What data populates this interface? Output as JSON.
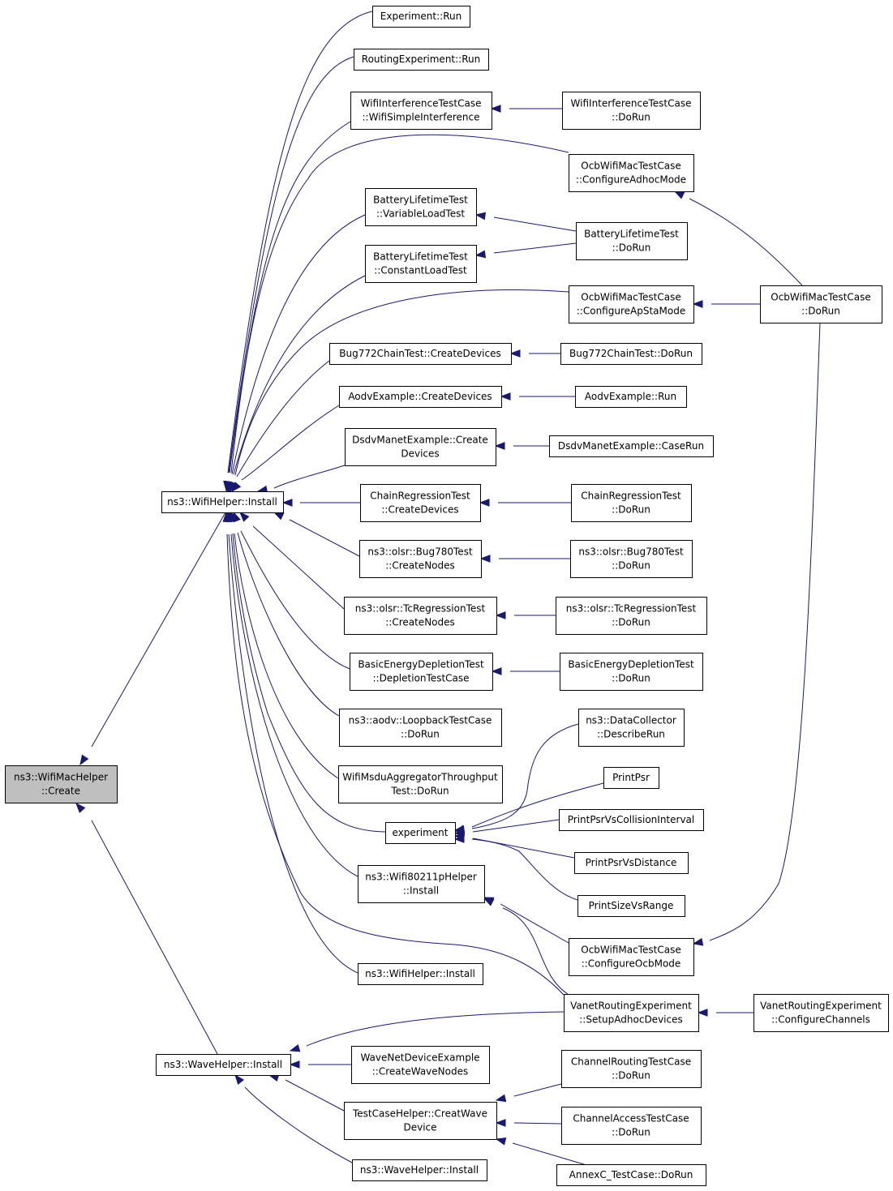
{
  "colors": {
    "edge": "#191970",
    "root_fill": "#bfbfbf",
    "node_fill": "#ffffff",
    "node_border": "#000000"
  },
  "nodes": [
    {
      "id": "root",
      "lines": [
        "ns3::WifiMacHelper",
        "::Create"
      ]
    },
    {
      "id": "wifi_install",
      "lines": [
        "ns3::WifiHelper::Install"
      ]
    },
    {
      "id": "wave_install",
      "lines": [
        "ns3::WaveHelper::Install"
      ]
    },
    {
      "id": "exp_run",
      "lines": [
        "Experiment::Run"
      ]
    },
    {
      "id": "routing_exp_run",
      "lines": [
        "RoutingExperiment::Run"
      ]
    },
    {
      "id": "wifi_interf",
      "lines": [
        "WifiInterferenceTestCase",
        "::WifiSimpleInterference"
      ]
    },
    {
      "id": "wifi_interf_dorun",
      "lines": [
        "WifiInterferenceTestCase",
        "::DoRun"
      ]
    },
    {
      "id": "ocb_adhoc",
      "lines": [
        "OcbWifiMacTestCase",
        "::ConfigureAdhocMode"
      ]
    },
    {
      "id": "battery_var",
      "lines": [
        "BatteryLifetimeTest",
        "::VariableLoadTest"
      ]
    },
    {
      "id": "battery_dorun",
      "lines": [
        "BatteryLifetimeTest",
        "::DoRun"
      ]
    },
    {
      "id": "battery_const",
      "lines": [
        "BatteryLifetimeTest",
        "::ConstantLoadTest"
      ]
    },
    {
      "id": "ocb_apsta",
      "lines": [
        "OcbWifiMacTestCase",
        "::ConfigureApStaMode"
      ]
    },
    {
      "id": "ocb_dorun",
      "lines": [
        "OcbWifiMacTestCase",
        "::DoRun"
      ]
    },
    {
      "id": "bug772_create",
      "lines": [
        "Bug772ChainTest::CreateDevices"
      ]
    },
    {
      "id": "bug772_dorun",
      "lines": [
        "Bug772ChainTest::DoRun"
      ]
    },
    {
      "id": "aodv_create",
      "lines": [
        "AodvExample::CreateDevices"
      ]
    },
    {
      "id": "aodv_run",
      "lines": [
        "AodvExample::Run"
      ]
    },
    {
      "id": "dsdv_create",
      "lines": [
        "DsdvManetExample::Create",
        "Devices"
      ]
    },
    {
      "id": "dsdv_caserun",
      "lines": [
        "DsdvManetExample::CaseRun"
      ]
    },
    {
      "id": "chain_create",
      "lines": [
        "ChainRegressionTest",
        "::CreateDevices"
      ]
    },
    {
      "id": "chain_dorun",
      "lines": [
        "ChainRegressionTest",
        "::DoRun"
      ]
    },
    {
      "id": "bug780_create",
      "lines": [
        "ns3::olsr::Bug780Test",
        "::CreateNodes"
      ]
    },
    {
      "id": "bug780_dorun",
      "lines": [
        "ns3::olsr::Bug780Test",
        "::DoRun"
      ]
    },
    {
      "id": "tcreg_create",
      "lines": [
        "ns3::olsr::TcRegressionTest",
        "::CreateNodes"
      ]
    },
    {
      "id": "tcreg_dorun",
      "lines": [
        "ns3::olsr::TcRegressionTest",
        "::DoRun"
      ]
    },
    {
      "id": "basic_depl",
      "lines": [
        "BasicEnergyDepletionTest",
        "::DepletionTestCase"
      ]
    },
    {
      "id": "basic_dorun",
      "lines": [
        "BasicEnergyDepletionTest",
        "::DoRun"
      ]
    },
    {
      "id": "aodv_loopback",
      "lines": [
        "ns3::aodv::LoopbackTestCase",
        "::DoRun"
      ]
    },
    {
      "id": "msdu_agg",
      "lines": [
        "WifiMsduAggregatorThroughput",
        "Test::DoRun"
      ]
    },
    {
      "id": "experiment",
      "lines": [
        "experiment"
      ]
    },
    {
      "id": "datacollector",
      "lines": [
        "ns3::DataCollector",
        "::DescribeRun"
      ]
    },
    {
      "id": "printpsr",
      "lines": [
        "PrintPsr"
      ]
    },
    {
      "id": "printpsr_coll",
      "lines": [
        "PrintPsrVsCollisionInterval"
      ]
    },
    {
      "id": "printpsr_dist",
      "lines": [
        "PrintPsrVsDistance"
      ]
    },
    {
      "id": "printsize",
      "lines": [
        "PrintSizeVsRange"
      ]
    },
    {
      "id": "wifi80211p",
      "lines": [
        "ns3::Wifi80211pHelper",
        "::Install"
      ]
    },
    {
      "id": "ocb_ocbmode",
      "lines": [
        "OcbWifiMacTestCase",
        "::ConfigureOcbMode"
      ]
    },
    {
      "id": "wifi_install2",
      "lines": [
        "ns3::WifiHelper::Install"
      ]
    },
    {
      "id": "vanet_setup",
      "lines": [
        "VanetRoutingExperiment",
        "::SetupAdhocDevices"
      ]
    },
    {
      "id": "vanet_config",
      "lines": [
        "VanetRoutingExperiment",
        "::ConfigureChannels"
      ]
    },
    {
      "id": "wavenet",
      "lines": [
        "WaveNetDeviceExample",
        "::CreateWaveNodes"
      ]
    },
    {
      "id": "testcase_creat",
      "lines": [
        "TestCaseHelper::CreatWave",
        "Device"
      ]
    },
    {
      "id": "channel_routing",
      "lines": [
        "ChannelRoutingTestCase",
        "::DoRun"
      ]
    },
    {
      "id": "channel_access",
      "lines": [
        "ChannelAccessTestCase",
        "::DoRun"
      ]
    },
    {
      "id": "annexc",
      "lines": [
        "AnnexC_TestCase::DoRun"
      ]
    },
    {
      "id": "wave_install2",
      "lines": [
        "ns3::WaveHelper::Install"
      ]
    }
  ],
  "edges": [
    [
      "wifi_install",
      "root"
    ],
    [
      "wave_install",
      "root"
    ],
    [
      "exp_run",
      "wifi_install"
    ],
    [
      "routing_exp_run",
      "wifi_install"
    ],
    [
      "wifi_interf",
      "wifi_install"
    ],
    [
      "ocb_adhoc",
      "wifi_install"
    ],
    [
      "battery_var",
      "wifi_install"
    ],
    [
      "battery_const",
      "wifi_install"
    ],
    [
      "ocb_apsta",
      "wifi_install"
    ],
    [
      "bug772_create",
      "wifi_install"
    ],
    [
      "aodv_create",
      "wifi_install"
    ],
    [
      "dsdv_create",
      "wifi_install"
    ],
    [
      "chain_create",
      "wifi_install"
    ],
    [
      "bug780_create",
      "wifi_install"
    ],
    [
      "tcreg_create",
      "wifi_install"
    ],
    [
      "basic_depl",
      "wifi_install"
    ],
    [
      "aodv_loopback",
      "wifi_install"
    ],
    [
      "msdu_agg",
      "wifi_install"
    ],
    [
      "experiment",
      "wifi_install"
    ],
    [
      "wifi80211p",
      "wifi_install"
    ],
    [
      "wifi_install2",
      "wifi_install"
    ],
    [
      "vanet_setup",
      "wifi_install"
    ],
    [
      "wifi_interf_dorun",
      "wifi_interf"
    ],
    [
      "ocb_dorun",
      "ocb_adhoc"
    ],
    [
      "battery_dorun",
      "battery_var"
    ],
    [
      "battery_dorun",
      "battery_const"
    ],
    [
      "ocb_dorun",
      "ocb_apsta"
    ],
    [
      "bug772_dorun",
      "bug772_create"
    ],
    [
      "aodv_run",
      "aodv_create"
    ],
    [
      "dsdv_caserun",
      "dsdv_create"
    ],
    [
      "chain_dorun",
      "chain_create"
    ],
    [
      "bug780_dorun",
      "bug780_create"
    ],
    [
      "tcreg_dorun",
      "tcreg_create"
    ],
    [
      "basic_dorun",
      "basic_depl"
    ],
    [
      "datacollector",
      "experiment"
    ],
    [
      "printpsr",
      "experiment"
    ],
    [
      "printpsr_coll",
      "experiment"
    ],
    [
      "printpsr_dist",
      "experiment"
    ],
    [
      "printsize",
      "experiment"
    ],
    [
      "ocb_ocbmode",
      "wifi80211p"
    ],
    [
      "vanet_setup",
      "wifi80211p"
    ],
    [
      "ocb_dorun",
      "ocb_ocbmode"
    ],
    [
      "vanet_config",
      "vanet_setup"
    ],
    [
      "vanet_setup",
      "wave_install"
    ],
    [
      "wavenet",
      "wave_install"
    ],
    [
      "testcase_creat",
      "wave_install"
    ],
    [
      "wave_install2",
      "wave_install"
    ],
    [
      "channel_routing",
      "testcase_creat"
    ],
    [
      "channel_access",
      "testcase_creat"
    ],
    [
      "annexc",
      "testcase_creat"
    ]
  ]
}
